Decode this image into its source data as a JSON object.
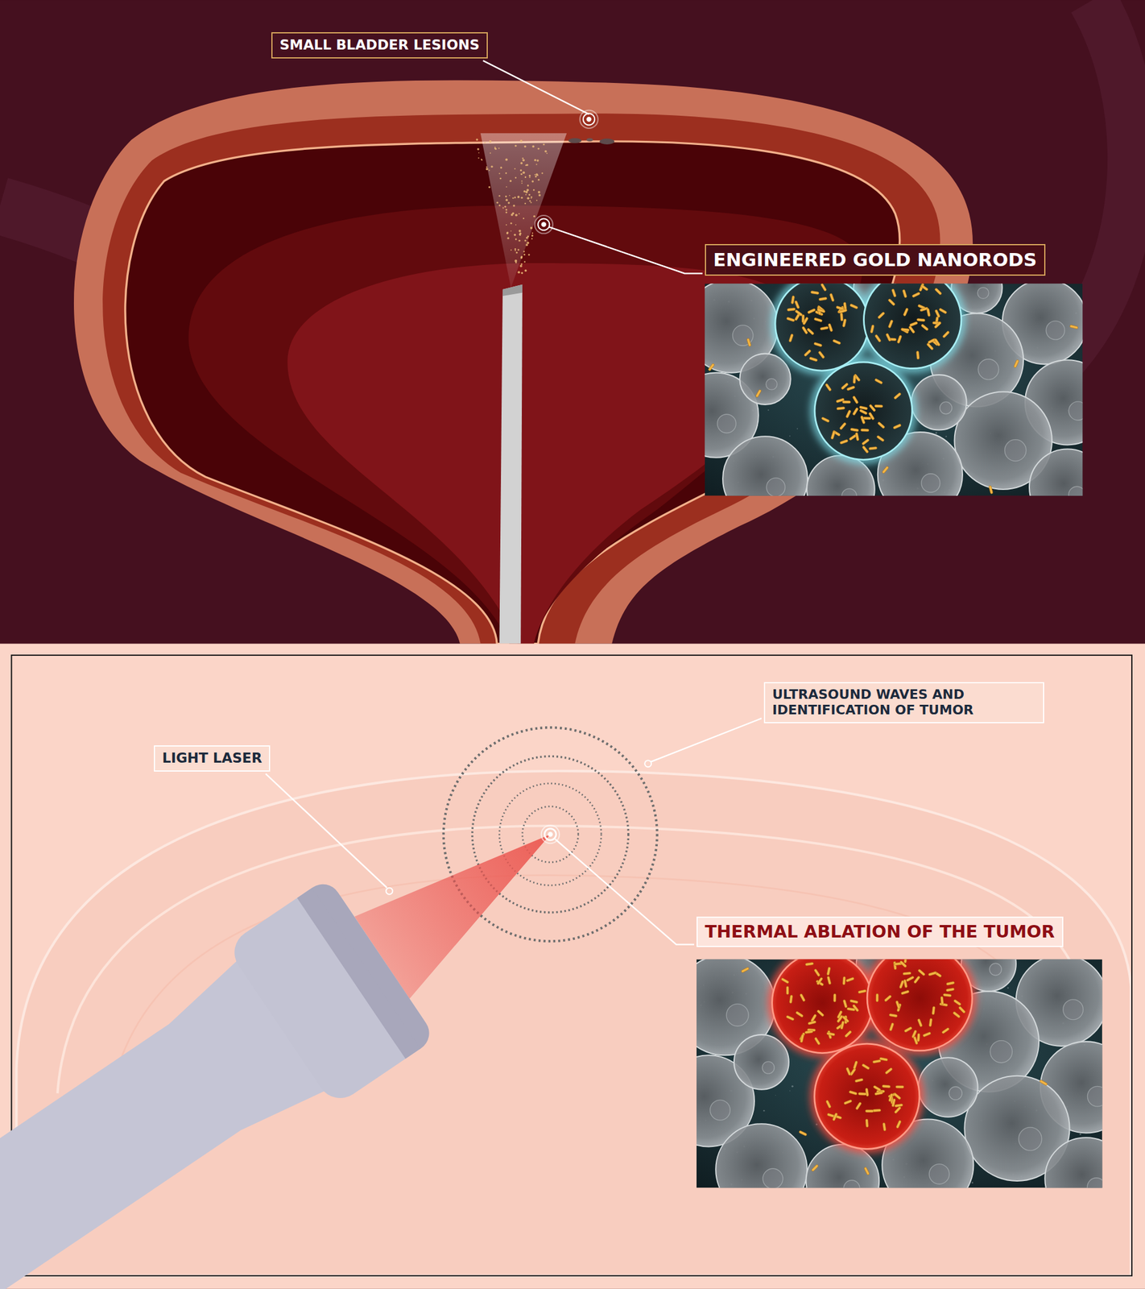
{
  "diagram": {
    "nodes": [
      {
        "text": [
          "SMALL BLADDER LESIONS"
        ]
      },
      {
        "text": [
          "ENGINEERED GOLD NANORODS"
        ]
      },
      {
        "text": [
          "ULTRASOUND WAVES AND IDENTIFICATION OF TUMOR"
        ]
      },
      {
        "text": [
          "LIGHT LASER"
        ]
      },
      {
        "text": [
          "THERMAL ABLATION OF THE TUMOR"
        ]
      }
    ]
  }
}
